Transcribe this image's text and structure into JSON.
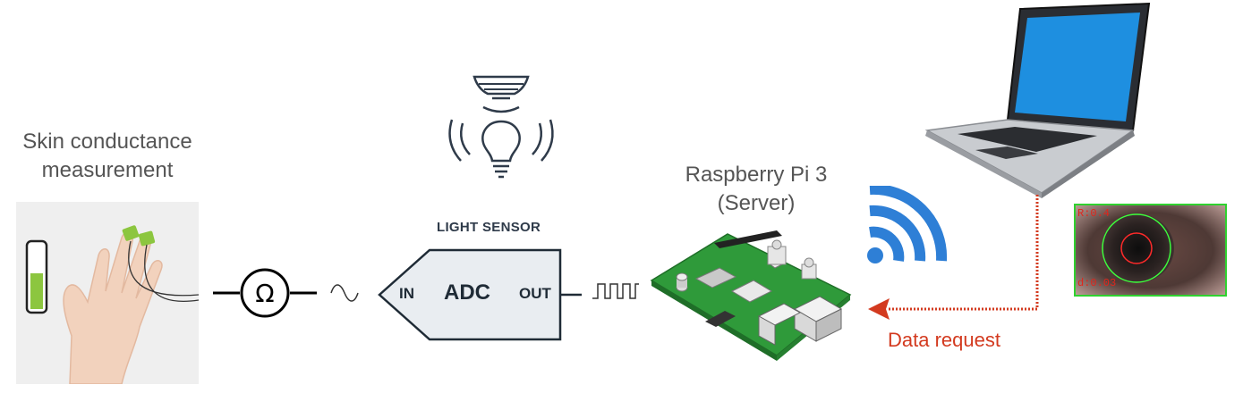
{
  "labels": {
    "skin_title_line1": "Skin conductance",
    "skin_title_line2": "measurement",
    "light_sensor_title": "LIGHT SENSOR",
    "adc_label": "ADC",
    "adc_in": "IN",
    "adc_out": "OUT",
    "pi_title_line1": "Raspberry Pi 3",
    "pi_title_line2": "(Server)",
    "data_request": "Data request",
    "pupil_r": "R:0.4",
    "pupil_d": "d:0.03"
  },
  "colors": {
    "arrow_red": "#d33a1f",
    "wifi_blue": "#2e7fd6",
    "board_green": "#2f9a3a",
    "electrode_green": "#8cc63f",
    "adc_fill": "#e9edf1",
    "laptop_screen": "#1e8fe0",
    "pupil_circle_green": "#3cff3c",
    "pupil_circle_red": "#ff2a2a"
  },
  "icons": [
    "hand-electrodes-icon",
    "ohmmeter-icon",
    "sine-wave-icon",
    "lamp-light-icon",
    "adc-block-icon",
    "square-wave-icon",
    "raspberry-pi-board-icon",
    "wifi-icon",
    "laptop-icon",
    "eye-tracking-image"
  ]
}
